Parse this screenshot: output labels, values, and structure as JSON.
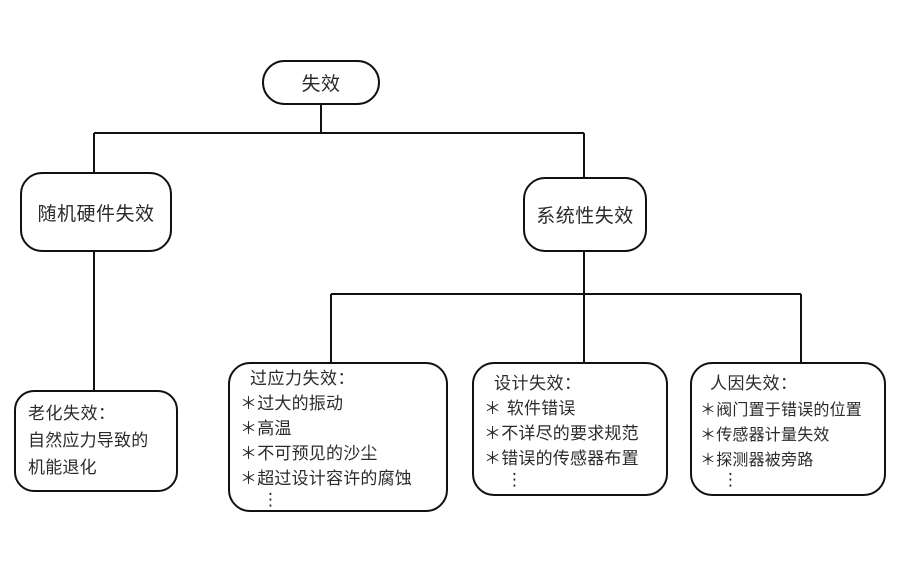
{
  "diagram": {
    "type": "tree",
    "title_text": "失效",
    "line_color": "#111111",
    "text_color": "#2b2b2b",
    "background": "#ffffff",
    "nodes": {
      "root": {
        "label": "失效"
      },
      "random_hardware": {
        "label": "随机硬件失效"
      },
      "systematic": {
        "label": "系统性失效"
      },
      "aging": {
        "title": "老化失效：",
        "lines": [
          "自然应力导致的",
          "机能退化"
        ],
        "ellipsis": ""
      },
      "overstress": {
        "title": "过应力失效：",
        "lines": [
          "＊过大的振动",
          "＊高温",
          "＊不可预见的沙尘",
          "＊超过设计容许的腐蚀"
        ],
        "ellipsis": "⋮"
      },
      "design": {
        "title": "设计失效：",
        "lines": [
          "＊ 软件错误",
          "＊不详尽的要求规范",
          "＊错误的传感器布置"
        ],
        "ellipsis": "⋮"
      },
      "human": {
        "title": "人因失效：",
        "lines": [
          "＊阀门置于错误的位置",
          "＊传感器计量失效",
          "＊探测器被旁路"
        ],
        "ellipsis": "⋮"
      }
    }
  }
}
